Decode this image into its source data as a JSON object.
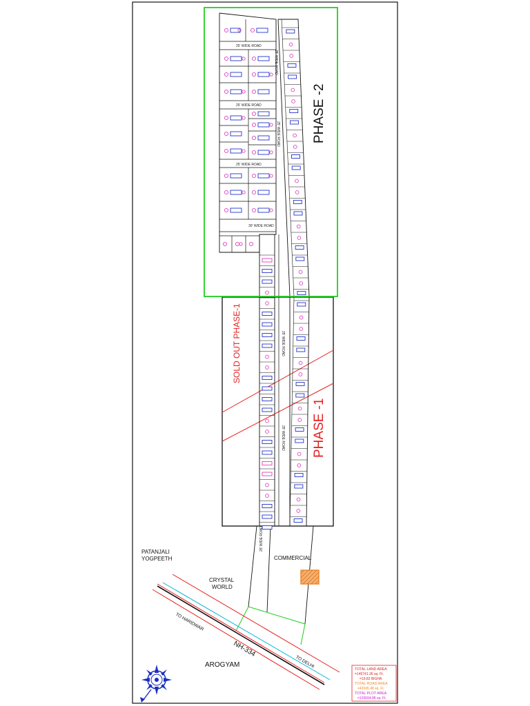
{
  "labels": {
    "phase2": "PHASE -2",
    "phase1": "PHASE -1",
    "sold_out": "SOLD OUT PHASE-1",
    "patanjali_1": "PATANJALI",
    "patanjali_2": "YOGPEETH",
    "crystal_1": "CRYSTAL",
    "crystal_2": "WORLD",
    "commercial": "COMMERCIAL",
    "arogyam": "AROGYAM",
    "highway": "NH-334",
    "to_haridwar": "TO HARIDWAR",
    "to_delhi": "TO DELHI"
  },
  "roads": {
    "wide_25_a": "25' WIDE ROAD",
    "wide_25_b": "25' WIDE ROAD",
    "wide_25_c": "25' WIDE ROAD",
    "wide_30": "30' WIDE ROAD",
    "wide_25_v1": "25' WIDE ROAD",
    "wide_25_v2": "25' WIDE ROAD",
    "wide_25_v3": "25' WIDE ROAD",
    "wide_25_v4": "25' WIDE ROAD",
    "wide_25_v5": "25' WIDE ROAD"
  },
  "legend": {
    "land_title": "TOTAL LAND AREA",
    "land_value": "=145741.36 sq. Ft.",
    "land_bigha": "=19.82 BIGHA",
    "road_title": "TOTAL ROAD AREA",
    "road_value": "=42045.48 sq. Ft.",
    "plot_title": "TOTAL PLOT AREA",
    "plot_value": "=103694.88 sq. Ft."
  },
  "colors": {
    "phase2_border": "#22cc22",
    "phase1_hatch": "#e62020",
    "plot_tag": "#2233cc",
    "plot_dot": "#e040c0",
    "highway_edge": "#e62020",
    "highway_center": "#00b7d6",
    "commercial_fill": "#f08a30",
    "compass": "#1a2fbf",
    "legend_red": "#e62020",
    "legend_orange": "#f08a30",
    "legend_magenta": "#cc22cc"
  },
  "icons": {
    "compass": "compass-rose-icon"
  }
}
